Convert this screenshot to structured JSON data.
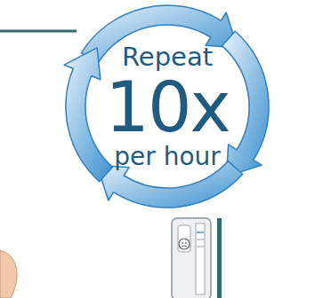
{
  "diagram": {
    "nodes": [
      {
        "text": [
          "Repeat",
          "10x",
          "per hour"
        ]
      }
    ]
  }
}
